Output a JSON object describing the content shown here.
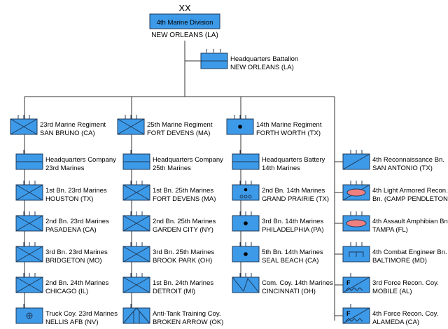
{
  "top": {
    "echelon": "XX",
    "title": "4th Marine Division",
    "location": "NEW ORLEANS (LA)"
  },
  "hq_battalion": {
    "name": "Headquarters Battalion",
    "location": "NEW ORLEANS (LA)"
  },
  "colors": {
    "unit_fill": "#3d9ae8",
    "frame_stroke": "#1f3a5a",
    "line": "#333333",
    "amphibian_oval": "#f08080"
  },
  "columns": [
    {
      "regiment": {
        "name": "23rd Marine Regiment",
        "location": "SAN BRUNO (CA)",
        "symbol": "infantry"
      },
      "units": [
        {
          "line1": "Headquarters Company",
          "line2": "23rd Marines",
          "symbol": "hq"
        },
        {
          "line1": "1st Bn. 23rd Marines",
          "line2": "HOUSTON (TX)",
          "symbol": "infantry"
        },
        {
          "line1": "2nd Bn. 23rd Marines",
          "line2": "PASADENA (CA)",
          "symbol": "infantry"
        },
        {
          "line1": "3rd Bn. 23rd Marines",
          "line2": "BRIDGETON (MO)",
          "symbol": "infantry"
        },
        {
          "line1": "2nd Bn. 24th Marines",
          "line2": "CHICAGO (IL)",
          "symbol": "infantry"
        },
        {
          "line1": "Truck Coy. 23rd Marines",
          "line2": "NELLIS AFB (NV)",
          "symbol": "truck"
        }
      ]
    },
    {
      "regiment": {
        "name": "25th Marine Regiment",
        "location": "FORT DEVENS (MA)",
        "symbol": "infantry"
      },
      "units": [
        {
          "line1": "Headquarters Company",
          "line2": "25th Marines",
          "symbol": "hq"
        },
        {
          "line1": "1st Bn. 25th Marines",
          "line2": "FORT DEVENS (MA)",
          "symbol": "infantry"
        },
        {
          "line1": "2nd Bn. 25th Marines",
          "line2": "GARDEN CITY (NY)",
          "symbol": "infantry"
        },
        {
          "line1": "3rd Bn. 25th Marines",
          "line2": "BROOK PARK (OH)",
          "symbol": "infantry"
        },
        {
          "line1": "1st Bn. 24th Marines",
          "line2": "DETROIT (MI)",
          "symbol": "infantry"
        },
        {
          "line1": "Anti-Tank Training Coy.",
          "line2": "BROKEN ARROW (OK)",
          "symbol": "antitank"
        }
      ]
    },
    {
      "regiment": {
        "name": "14th Marine Regiment",
        "location": "FORTH WORTH (TX)",
        "symbol": "artillery"
      },
      "units": [
        {
          "line1": "Headquarters Battery",
          "line2": "14th Marines",
          "symbol": "hq"
        },
        {
          "line1": "2nd Bn. 14th Marines",
          "line2": "GRAND PRAIRIE (TX)",
          "symbol": "rocket"
        },
        {
          "line1": "3rd Bn. 14th Marines",
          "line2": "PHILADELPHIA (PA)",
          "symbol": "artillery"
        },
        {
          "line1": "5th Bn. 14th Marines",
          "line2": "SEAL BEACH (CA)",
          "symbol": "artillery"
        },
        {
          "line1": "Com. Coy. 14th Marines",
          "line2": "CINCINNATI (OH)",
          "symbol": "signal"
        }
      ]
    },
    {
      "units": [
        {
          "line1": "4th Reconnaissance Bn.",
          "line2": "SAN ANTONIO (TX)",
          "symbol": "recon"
        },
        {
          "line1": "4th Light Armored Recon.",
          "line2": "Bn. (CAMP PENDLETON",
          "symbol": "armored-recon"
        },
        {
          "line1": "4th Assault Amphibian Bn.",
          "line2": "TAMPA (FL)",
          "symbol": "amphibian"
        },
        {
          "line1": "4th Combat Engineer Bn.",
          "line2": "BALTIMORE (MD)",
          "symbol": "engineer"
        },
        {
          "line1": "3rd Force Recon. Coy.",
          "line2": "MOBILE (AL)",
          "symbol": "force-recon"
        },
        {
          "line1": "4th Force Recon. Coy.",
          "line2": "ALAMEDA (CA)",
          "symbol": "force-recon"
        }
      ]
    }
  ]
}
